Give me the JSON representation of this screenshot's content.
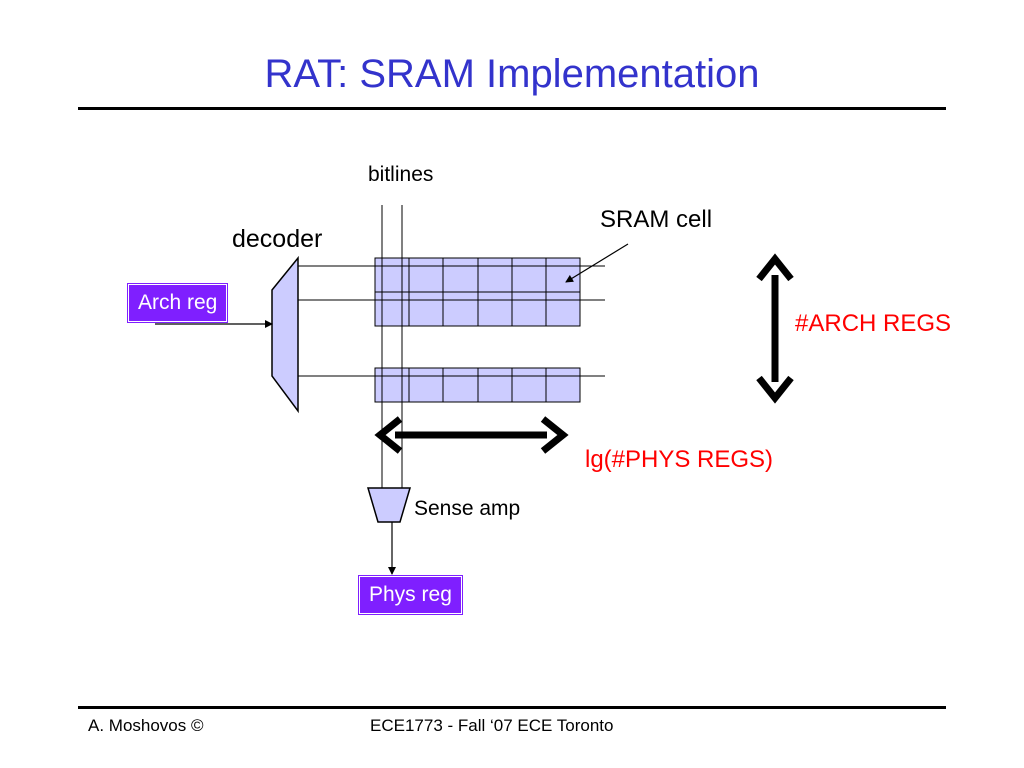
{
  "slide": {
    "title": "RAT: SRAM Implementation"
  },
  "diagram": {
    "bitlines_label": "bitlines",
    "sram_cell_label": "SRAM cell",
    "decoder_label": "decoder",
    "arch_reg_label": "Arch reg",
    "arch_regs_label": "#ARCH REGS",
    "phys_regs_width_label": "lg(#PHYS REGS)",
    "sense_amp_label": "Sense amp",
    "phys_reg_label": "Phys reg",
    "colors": {
      "cell_fill": "#ccccff",
      "decoder_fill": "#ccccff",
      "label_box_fill": "#7f1fff",
      "title_color": "#3333cc",
      "emphasis_text": "#ff0000"
    }
  },
  "footer": {
    "author": "A. Moshovos ©",
    "course": "ECE1773 - Fall ‘07 ECE Toronto"
  }
}
